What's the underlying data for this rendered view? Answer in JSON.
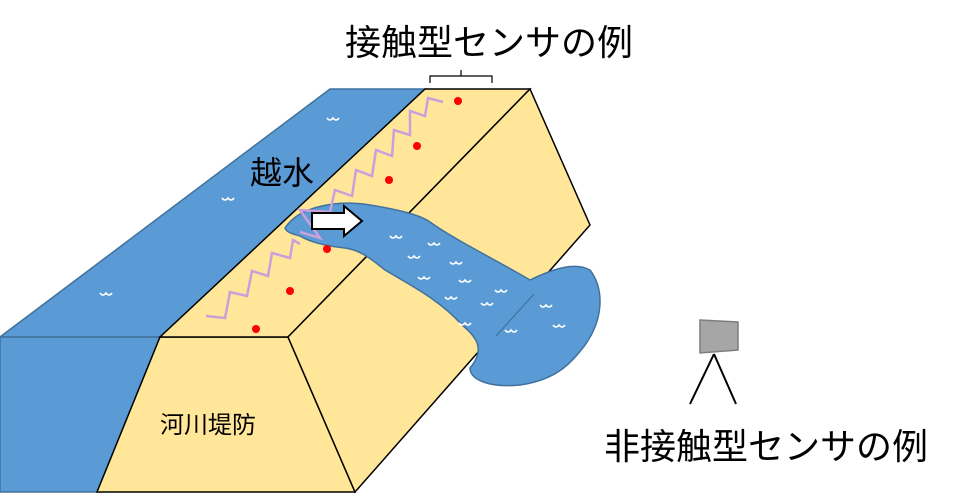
{
  "labels": {
    "contact_sensor": "接触型センサの例",
    "noncontact_sensor": "非接触型センサの例",
    "overflow": "越水",
    "levee": "河川堤防"
  },
  "colors": {
    "water": "#5b9bd5",
    "water_stroke": "#41719c",
    "levee": "#ffe699",
    "levee_stroke": "#000000",
    "sensor_line": "#c9a0dc",
    "sensor_dot": "#ff0000",
    "camera": "#a6a6a6"
  },
  "icons": {
    "flow_arrow": "right-arrow-icon",
    "camera": "camera-icon"
  }
}
